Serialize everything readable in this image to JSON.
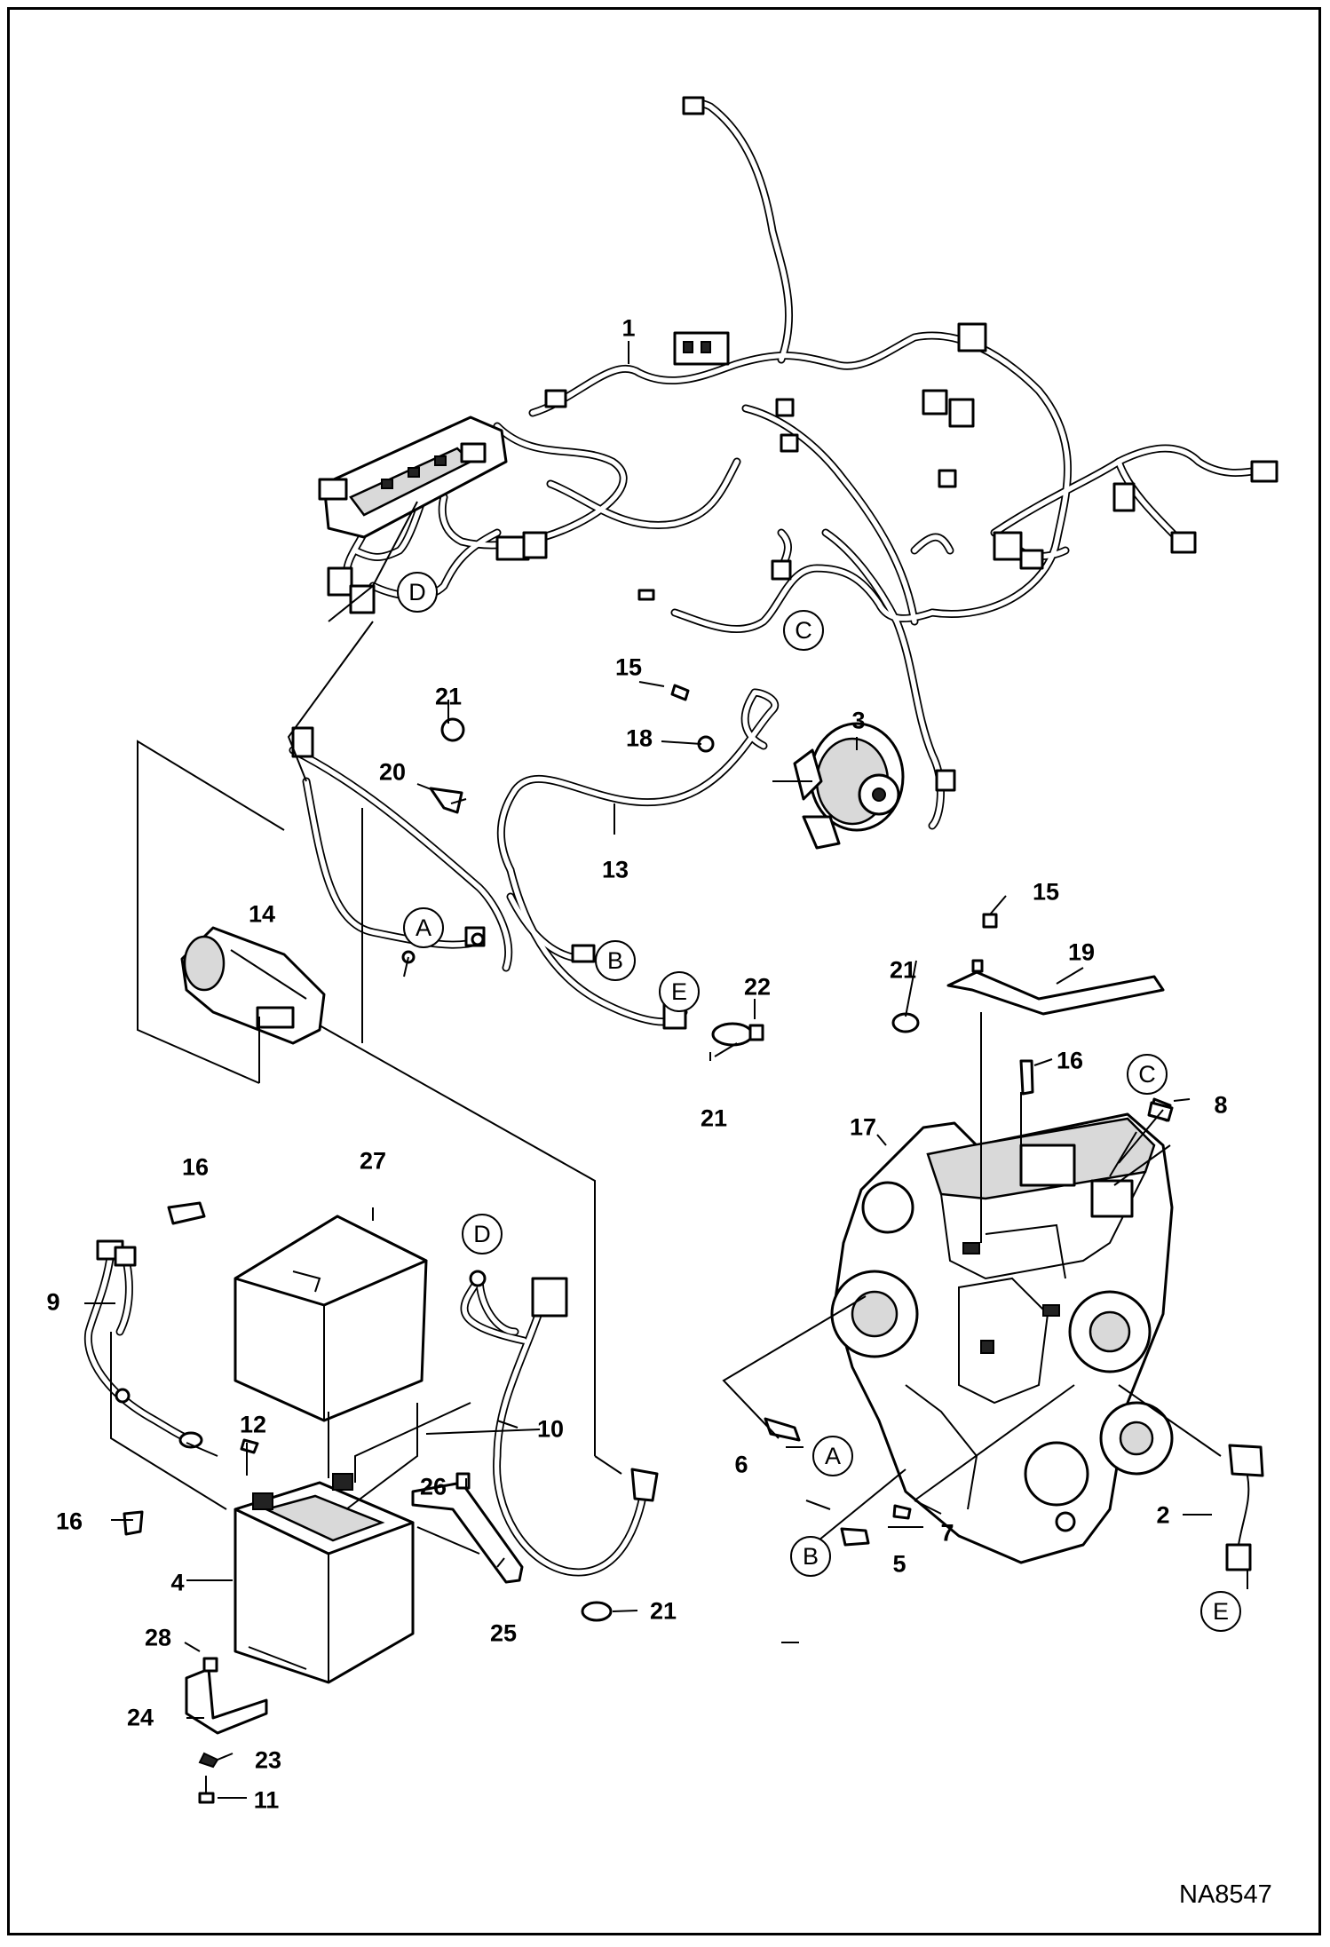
{
  "figure_id": "NA8547",
  "callouts": [
    {
      "id": "c1",
      "text": "1"
    },
    {
      "id": "c2",
      "text": "2"
    },
    {
      "id": "c3",
      "text": "3"
    },
    {
      "id": "c4",
      "text": "4"
    },
    {
      "id": "c5",
      "text": "5"
    },
    {
      "id": "c6",
      "text": "6"
    },
    {
      "id": "c7",
      "text": "7"
    },
    {
      "id": "c8",
      "text": "8"
    },
    {
      "id": "c9",
      "text": "9"
    },
    {
      "id": "c10",
      "text": "10"
    },
    {
      "id": "c11",
      "text": "11"
    },
    {
      "id": "c12",
      "text": "12"
    },
    {
      "id": "c13",
      "text": "13"
    },
    {
      "id": "c14",
      "text": "14"
    },
    {
      "id": "c15a",
      "text": "15"
    },
    {
      "id": "c15b",
      "text": "15"
    },
    {
      "id": "c16a",
      "text": "16"
    },
    {
      "id": "c16b",
      "text": "16"
    },
    {
      "id": "c16c",
      "text": "16"
    },
    {
      "id": "c17",
      "text": "17"
    },
    {
      "id": "c18",
      "text": "18"
    },
    {
      "id": "c19",
      "text": "19"
    },
    {
      "id": "c20",
      "text": "20"
    },
    {
      "id": "c21a",
      "text": "21"
    },
    {
      "id": "c21b",
      "text": "21"
    },
    {
      "id": "c21c",
      "text": "21"
    },
    {
      "id": "c21d",
      "text": "21"
    },
    {
      "id": "c22",
      "text": "22"
    },
    {
      "id": "c23",
      "text": "23"
    },
    {
      "id": "c24",
      "text": "24"
    },
    {
      "id": "c25",
      "text": "25"
    },
    {
      "id": "c26",
      "text": "26"
    },
    {
      "id": "c27",
      "text": "27"
    },
    {
      "id": "c28",
      "text": "28"
    }
  ],
  "connection_refs": [
    {
      "id": "rD1",
      "text": "D"
    },
    {
      "id": "rC1",
      "text": "C"
    },
    {
      "id": "rA1",
      "text": "A"
    },
    {
      "id": "rB1",
      "text": "B"
    },
    {
      "id": "rE1",
      "text": "E"
    },
    {
      "id": "rC2",
      "text": "C"
    },
    {
      "id": "rD2",
      "text": "D"
    },
    {
      "id": "rA2",
      "text": "A"
    },
    {
      "id": "rB2",
      "text": "B"
    },
    {
      "id": "rE2",
      "text": "E"
    }
  ]
}
